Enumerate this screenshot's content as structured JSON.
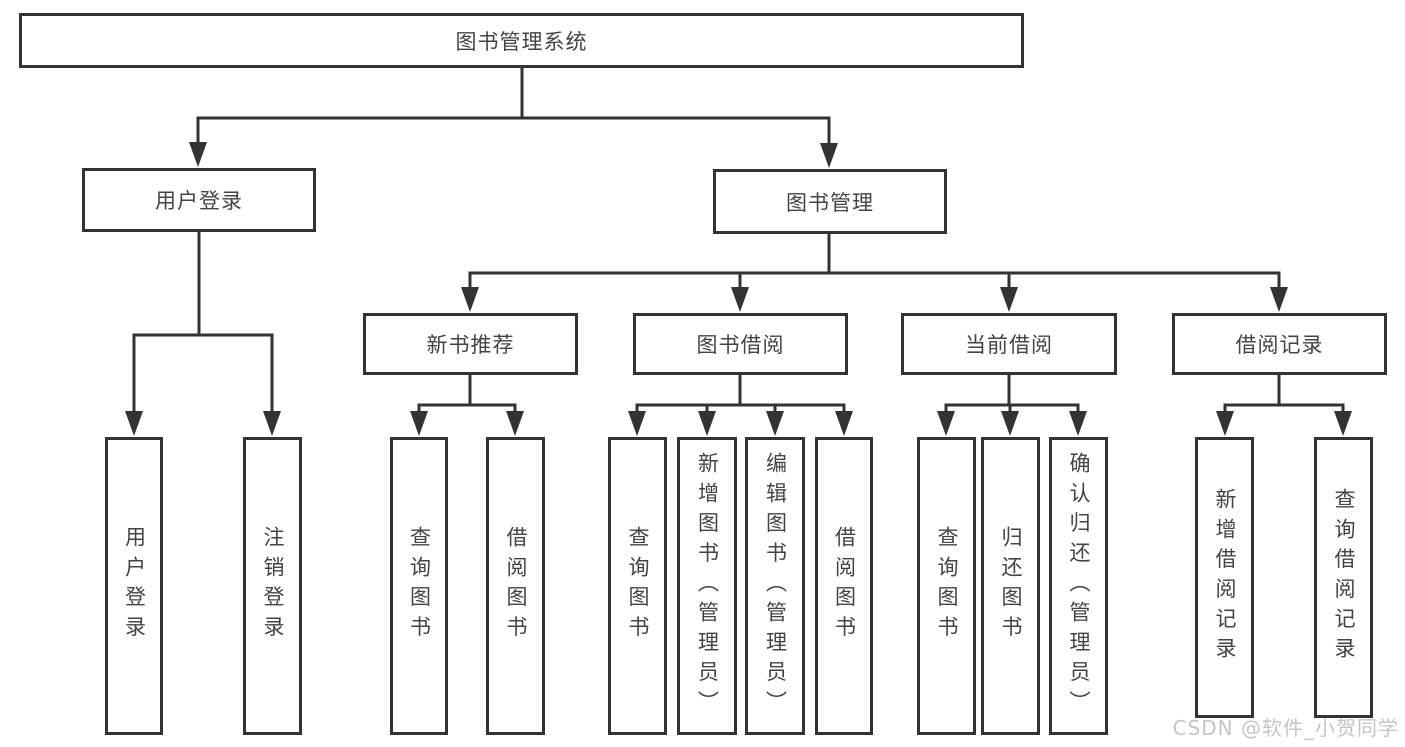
{
  "tree": {
    "root": {
      "label": "图书管理系统",
      "children": [
        {
          "label": "用户登录",
          "children": [
            {
              "label": "用户登录"
            },
            {
              "label": "注销登录"
            }
          ]
        },
        {
          "label": "图书管理",
          "children": [
            {
              "label": "新书推荐",
              "children": [
                {
                  "label": "查询图书"
                },
                {
                  "label": "借阅图书"
                }
              ]
            },
            {
              "label": "图书借阅",
              "children": [
                {
                  "label": "查询图书"
                },
                {
                  "label": "新增图书（管理员）"
                },
                {
                  "label": "编辑图书（管理员）"
                },
                {
                  "label": "借阅图书"
                }
              ]
            },
            {
              "label": "当前借阅",
              "children": [
                {
                  "label": "查询图书"
                },
                {
                  "label": "归还图书"
                },
                {
                  "label": "确认归还（管理员）"
                }
              ]
            },
            {
              "label": "借阅记录",
              "children": [
                {
                  "label": "新增借阅记录"
                },
                {
                  "label": "查询借阅记录"
                }
              ]
            }
          ]
        }
      ]
    }
  },
  "watermark": {
    "text": "CSDN @软件_小贺同学"
  },
  "colors": {
    "line": "#333333",
    "box_border": "#333333",
    "text": "#444444",
    "background": "#ffffff",
    "watermark": "#c5c5c5"
  }
}
